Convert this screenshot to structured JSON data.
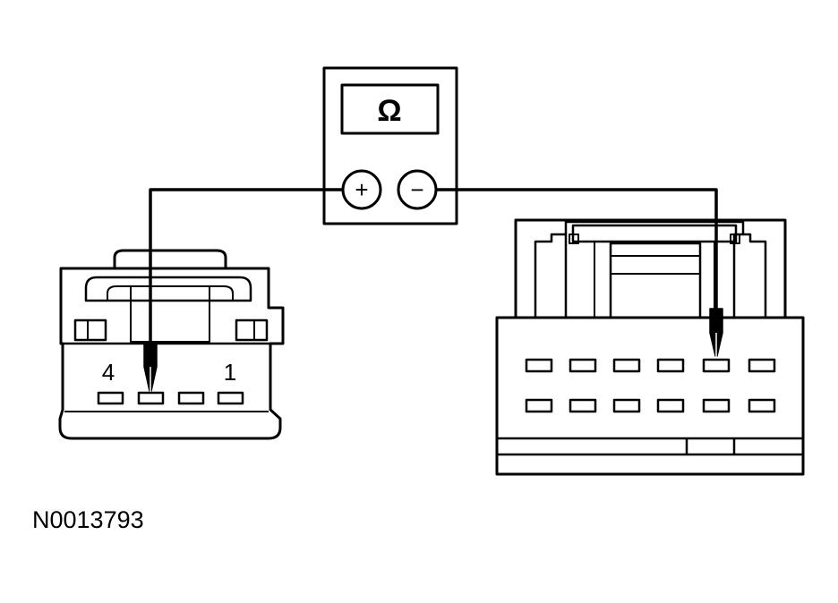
{
  "meter": {
    "display_symbol": "Ω",
    "positive_terminal": "+",
    "negative_terminal": "−"
  },
  "left_connector": {
    "pin_label_left": "4",
    "pin_label_right": "1"
  },
  "figure_id": "N0013793",
  "colors": {
    "line": "#000000",
    "background": "#ffffff"
  }
}
